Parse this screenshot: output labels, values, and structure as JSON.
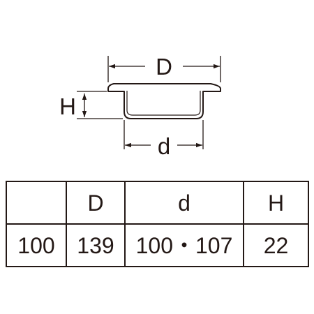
{
  "labels": {
    "D": "D",
    "d": "d",
    "H": "H"
  },
  "table": {
    "headers": [
      "",
      "D",
      "d",
      "H"
    ],
    "rows": [
      [
        "100",
        "139",
        "100・107",
        "22"
      ]
    ]
  },
  "colors": {
    "line": "#231815",
    "background": "#ffffff"
  }
}
